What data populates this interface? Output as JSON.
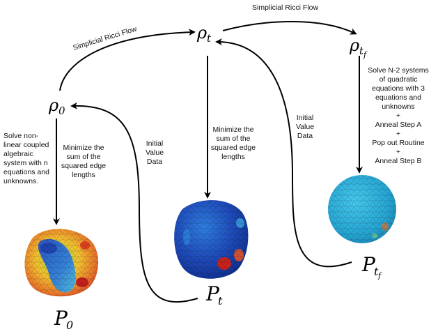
{
  "nodes": {
    "rho0": {
      "base": "ρ",
      "sub": "0"
    },
    "rhot": {
      "base": "ρ",
      "sub": "t"
    },
    "rhotf": {
      "base": "ρ",
      "sub": "t",
      "subsub": "f"
    },
    "p0": {
      "base": "P",
      "sub": "0"
    },
    "pt": {
      "base": "P",
      "sub": "t"
    },
    "ptf": {
      "base": "P",
      "sub": "t",
      "subsub": "f"
    }
  },
  "flows": {
    "left": "Simplicial Ricci Flow",
    "right": "Simplicial Ricci Flow"
  },
  "notes": {
    "solve_nonlinear": [
      "Solve non-",
      "linear coupled",
      "algebraic",
      "system with n",
      "equations and",
      "unknowns."
    ],
    "minimize_left": [
      "Minimize the",
      "sum of the",
      "squared edge",
      "lengths"
    ],
    "initial_left": [
      "Initial",
      "Value",
      "Data"
    ],
    "minimize_mid": [
      "Minimize the",
      "sum of the",
      "squared edge",
      "lengths"
    ],
    "initial_right": [
      "Initial",
      "Value",
      "Data"
    ],
    "solve_quadratic": [
      "Solve N-2 systems",
      "of quadratic",
      "equations with 3",
      "equations and",
      "unknowns",
      "+",
      "Anneal Step A",
      "+",
      "Pop out Routine",
      "+",
      "Anneal Step B"
    ]
  },
  "colors": {
    "mesh_hot": "#d11a1a",
    "mesh_cool": "#1a3fb5",
    "mesh_uniform": "#2ab0d8"
  },
  "icons": [
    "mesh-p0-icon",
    "mesh-pt-icon",
    "mesh-ptf-icon"
  ]
}
